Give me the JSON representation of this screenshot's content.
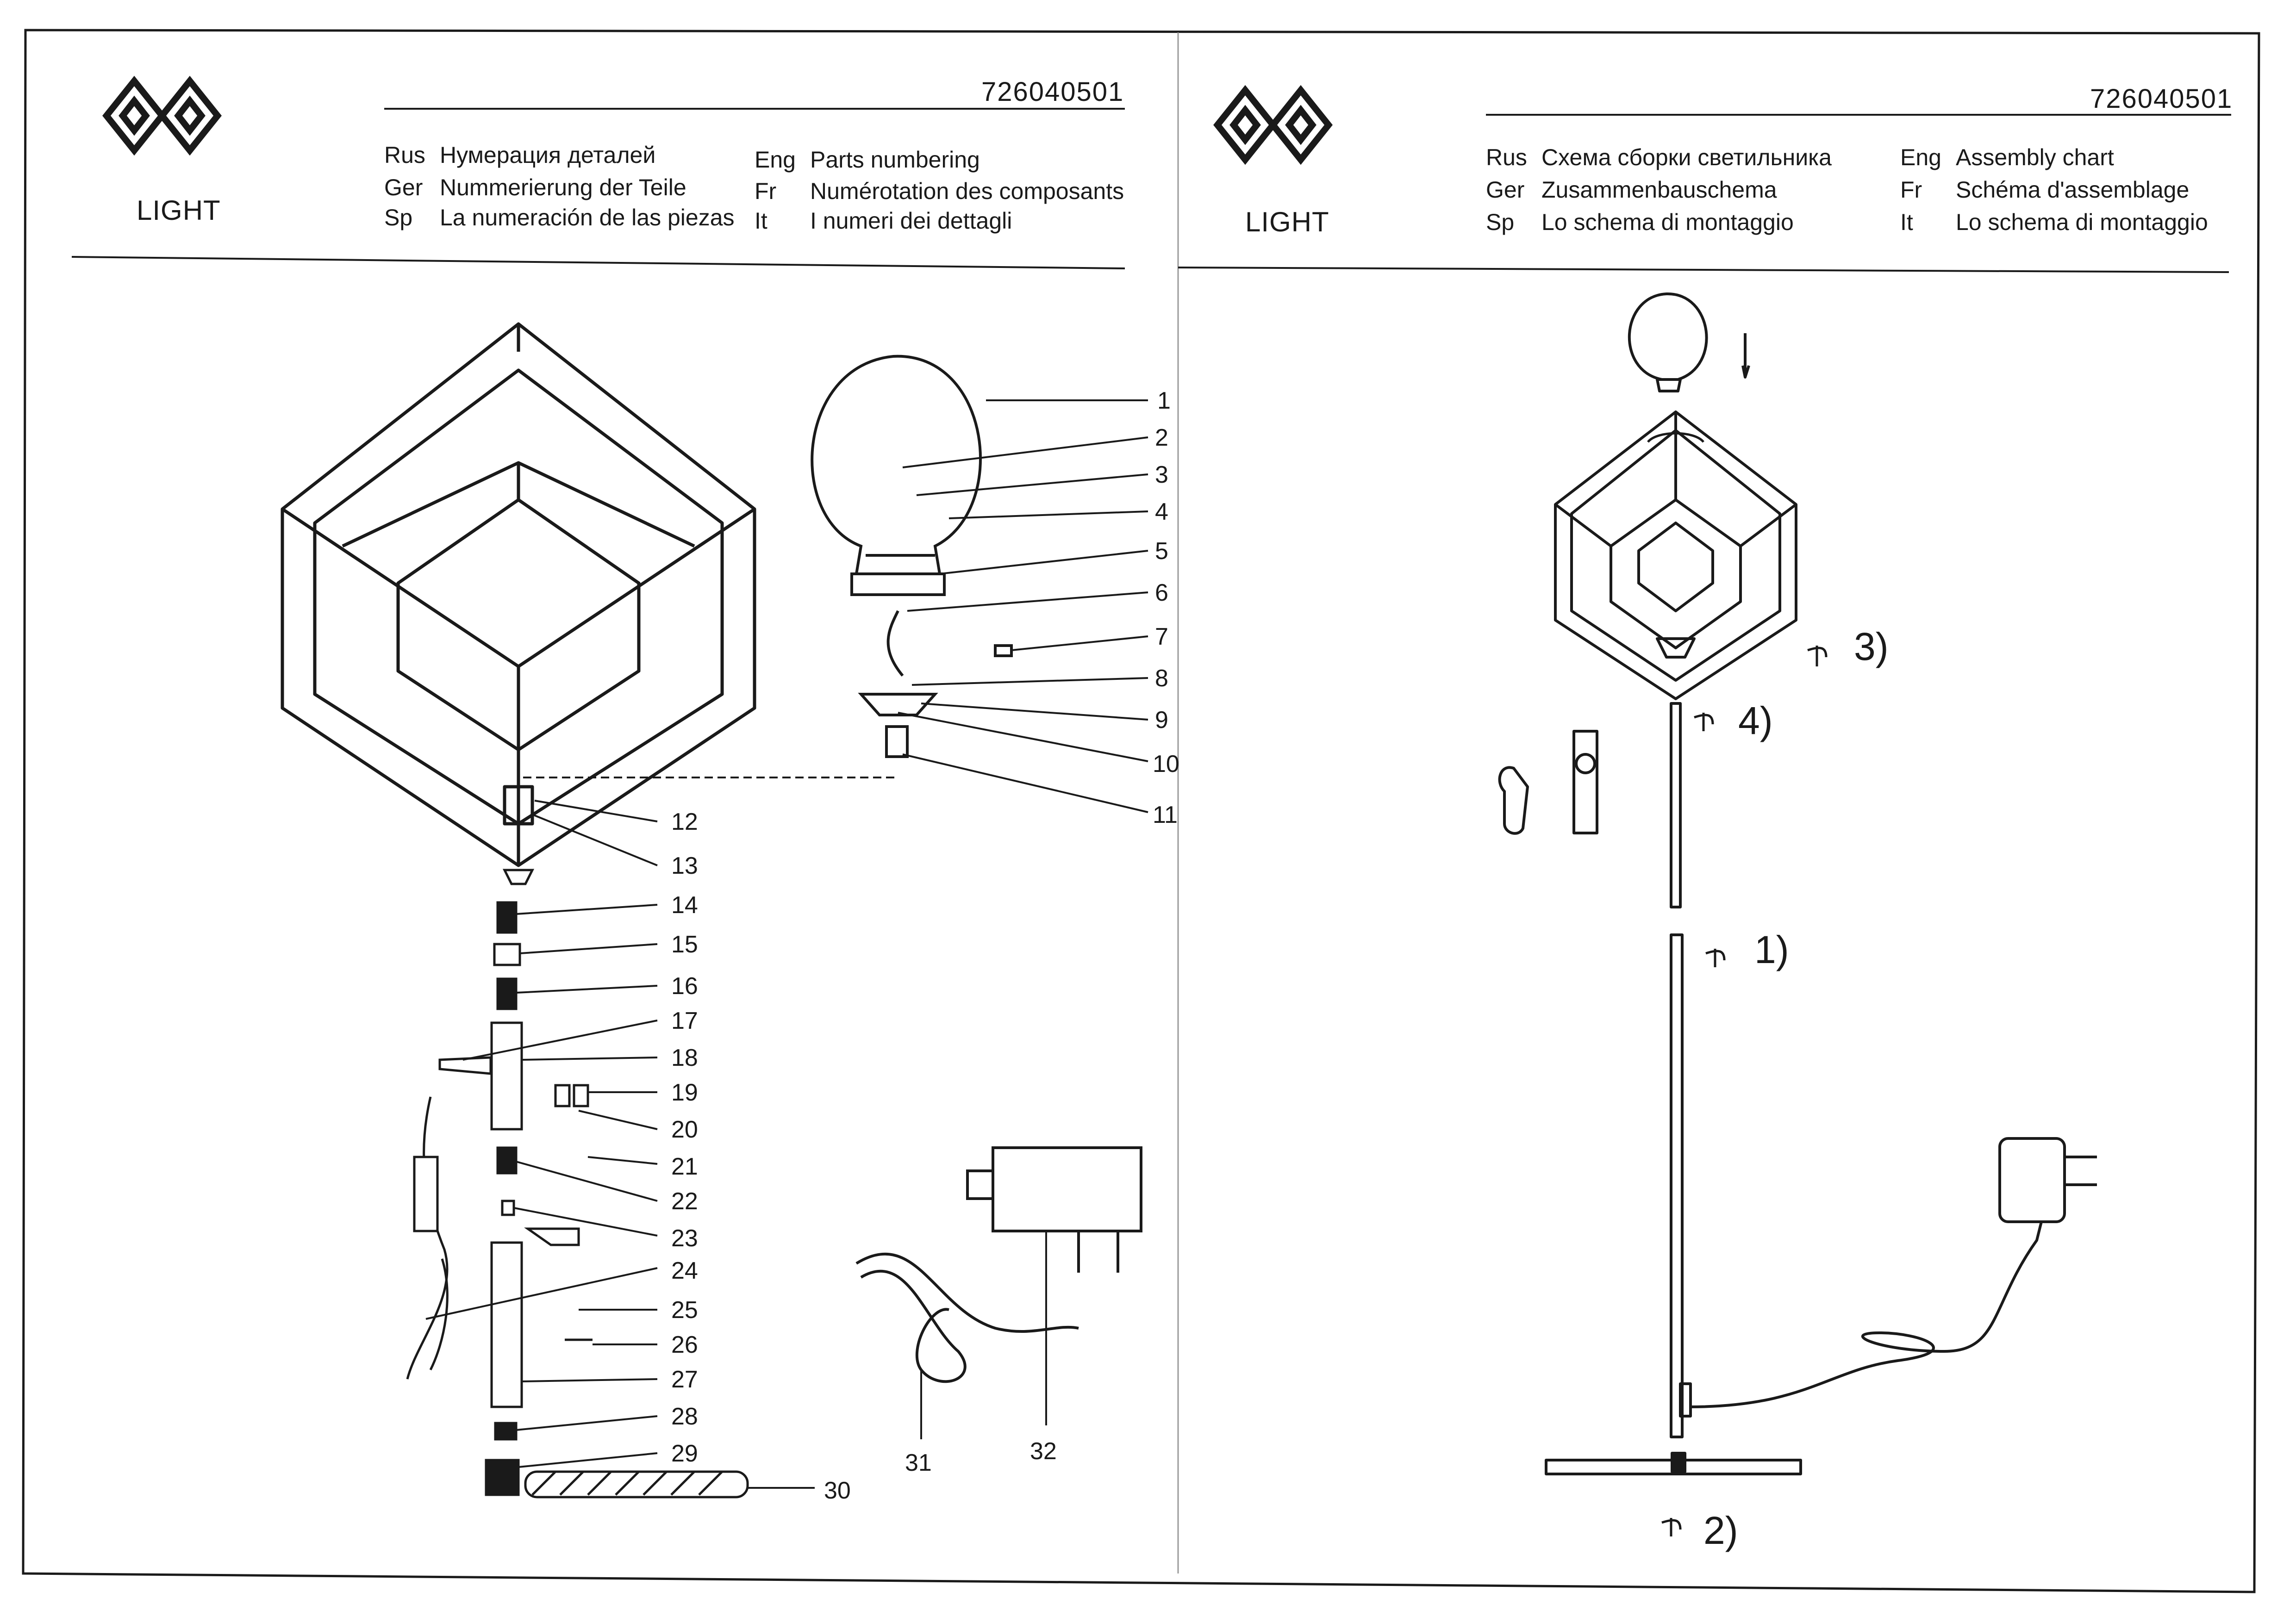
{
  "left": {
    "code": "726040501",
    "logo_text": "LIGHT",
    "langs_col1": [
      {
        "lang": "Rus",
        "text": "Нумерация деталей"
      },
      {
        "lang": "Ger",
        "text": "Nummerierung der Teile"
      },
      {
        "lang": "Sp",
        "text": "La numeración de las piezas"
      }
    ],
    "langs_col2": [
      {
        "lang": "Eng",
        "text": "Parts numbering"
      },
      {
        "lang": "Fr",
        "text": "Numérotation des composants"
      },
      {
        "lang": "It",
        "text": "I numeri dei dettagli"
      }
    ]
  },
  "right": {
    "code": "726040501",
    "logo_text": "LIGHT",
    "langs_col1": [
      {
        "lang": "Rus",
        "text": "Схема сборки светильника"
      },
      {
        "lang": "Ger",
        "text": "Zusammenbauschema"
      },
      {
        "lang": "Sp",
        "text": "Lo schema di montaggio"
      }
    ],
    "langs_col2": [
      {
        "lang": "Eng",
        "text": "Assembly chart"
      },
      {
        "lang": "Fr",
        "text": "Schéma d'assemblage"
      },
      {
        "lang": "It",
        "text": "Lo schema di montaggio"
      }
    ]
  },
  "callouts": [
    "1",
    "2",
    "3",
    "4",
    "5",
    "6",
    "7",
    "8",
    "9",
    "10",
    "11",
    "12",
    "13",
    "14",
    "15",
    "16",
    "17",
    "18",
    "19",
    "20",
    "21",
    "22",
    "23",
    "24",
    "25",
    "26",
    "27",
    "28",
    "29",
    "30",
    "31",
    "32"
  ],
  "steps": [
    "1)",
    "2)",
    "3)",
    "4)"
  ],
  "colors": {
    "ink": "#1a1a1a",
    "paper": "#ffffff",
    "scan_gray": "#9a9a9a"
  }
}
